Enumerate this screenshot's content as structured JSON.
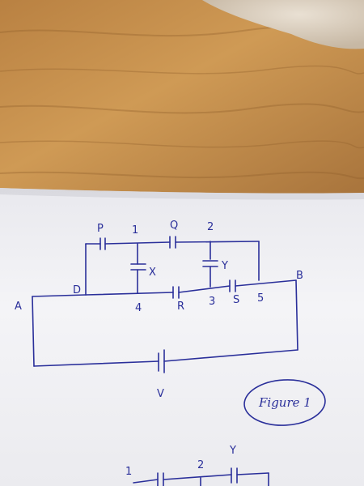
{
  "photo": {
    "colors": {
      "wood_light": "#c9904a",
      "wood_dark": "#9a6a34",
      "paper": "#f1f1f4",
      "paper_shadow": "#d9d9de",
      "ink": "#2a2f9a",
      "skin": "#ded3c5"
    }
  },
  "circuit": {
    "node_labels": {
      "P": "P",
      "Q": "Q",
      "R": "R",
      "S": "S",
      "A": "A",
      "B": "B",
      "D": "D",
      "one": "1",
      "two": "2",
      "three": "3",
      "four": "4",
      "five": "5",
      "X": "X",
      "Y": "Y",
      "V": "V"
    },
    "caption": "Figure 1"
  },
  "lower_sketch": {
    "labels": {
      "one": "1",
      "two": "2",
      "Y": "Y"
    }
  }
}
